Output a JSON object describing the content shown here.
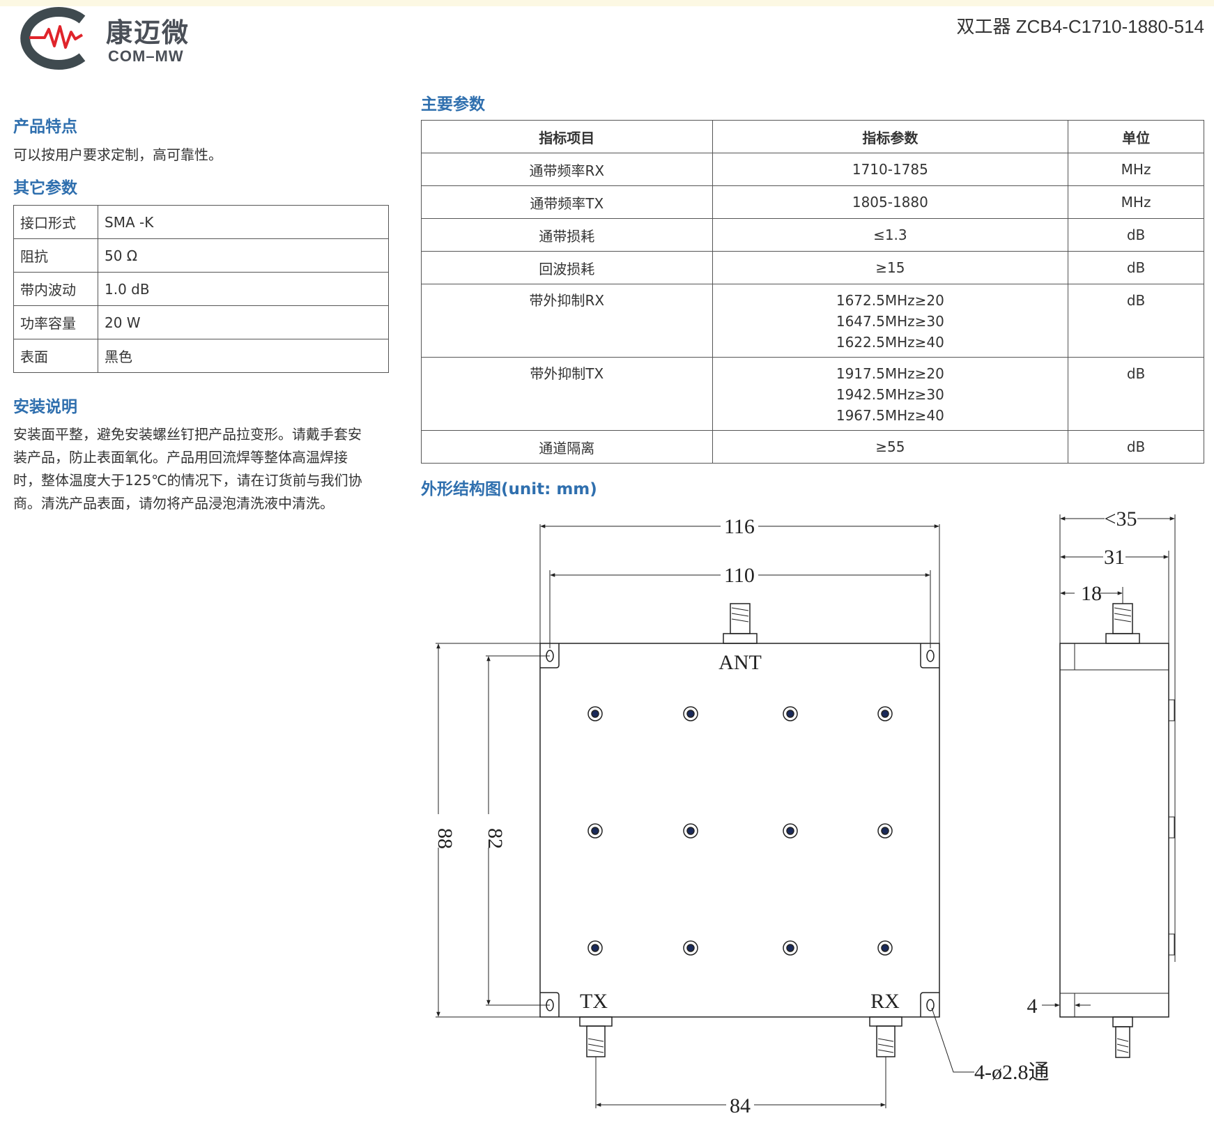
{
  "header": {
    "logo_cn": "康迈微",
    "logo_en": "COM–MW",
    "title": "双工器 ZCB4-C1710-1880-514"
  },
  "features": {
    "heading": "产品特点",
    "text": "可以按用户要求定制，高可靠性。"
  },
  "other_params": {
    "heading": "其它参数",
    "rows": [
      {
        "label": "接口形式",
        "value": "SMA -K"
      },
      {
        "label": "阻抗",
        "value": "50 Ω"
      },
      {
        "label": "带内波动",
        "value": "1.0 dB"
      },
      {
        "label": "功率容量",
        "value": "20 W"
      },
      {
        "label": "表面",
        "value": "黑色"
      }
    ]
  },
  "install": {
    "heading": "安装说明",
    "lines": [
      "安装面平整，避免安装螺丝钉把产品拉变形。请戴手套安",
      "装产品，防止表面氧化。产品用回流焊等整体高温焊接",
      "时，整体温度大于125℃的情况下，请在订货前与我们协",
      "商。清洗产品表面，请勿将产品浸泡清洗液中清洗。"
    ]
  },
  "main_params": {
    "heading": "主要参数",
    "headers": [
      "指标项目",
      "指标参数",
      "单位"
    ],
    "rows": [
      {
        "item": "通带频率RX",
        "value": "1710-1785",
        "unit": "MHz"
      },
      {
        "item": "通带频率TX",
        "value": "1805-1880",
        "unit": "MHz"
      },
      {
        "item": "通带损耗",
        "value": "≤1.3",
        "unit": "dB"
      },
      {
        "item": "回波损耗",
        "value": "≥15",
        "unit": "dB"
      },
      {
        "item": "带外抑制RX",
        "values": [
          "1672.5MHz≥20",
          "1647.5MHz≥30",
          "1622.5MHz≥40"
        ],
        "unit": "dB"
      },
      {
        "item": "带外抑制TX",
        "values": [
          "1917.5MHz≥20",
          "1942.5MHz≥30",
          "1967.5MHz≥40"
        ],
        "unit": "dB"
      },
      {
        "item": "通道隔离",
        "value": "≥55",
        "unit": "dB"
      }
    ]
  },
  "outline": {
    "heading": "外形结构图(unit: mm)",
    "labels": {
      "ant": "ANT",
      "tx": "TX",
      "rx": "RX",
      "dim_116": "116",
      "dim_110": "110",
      "dim_88": "88",
      "dim_82": "82",
      "dim_84": "84",
      "dim_35": "<35",
      "dim_31": "31",
      "dim_18": "18",
      "dim_4": "4",
      "hole_note": "4-ø2.8通"
    }
  }
}
